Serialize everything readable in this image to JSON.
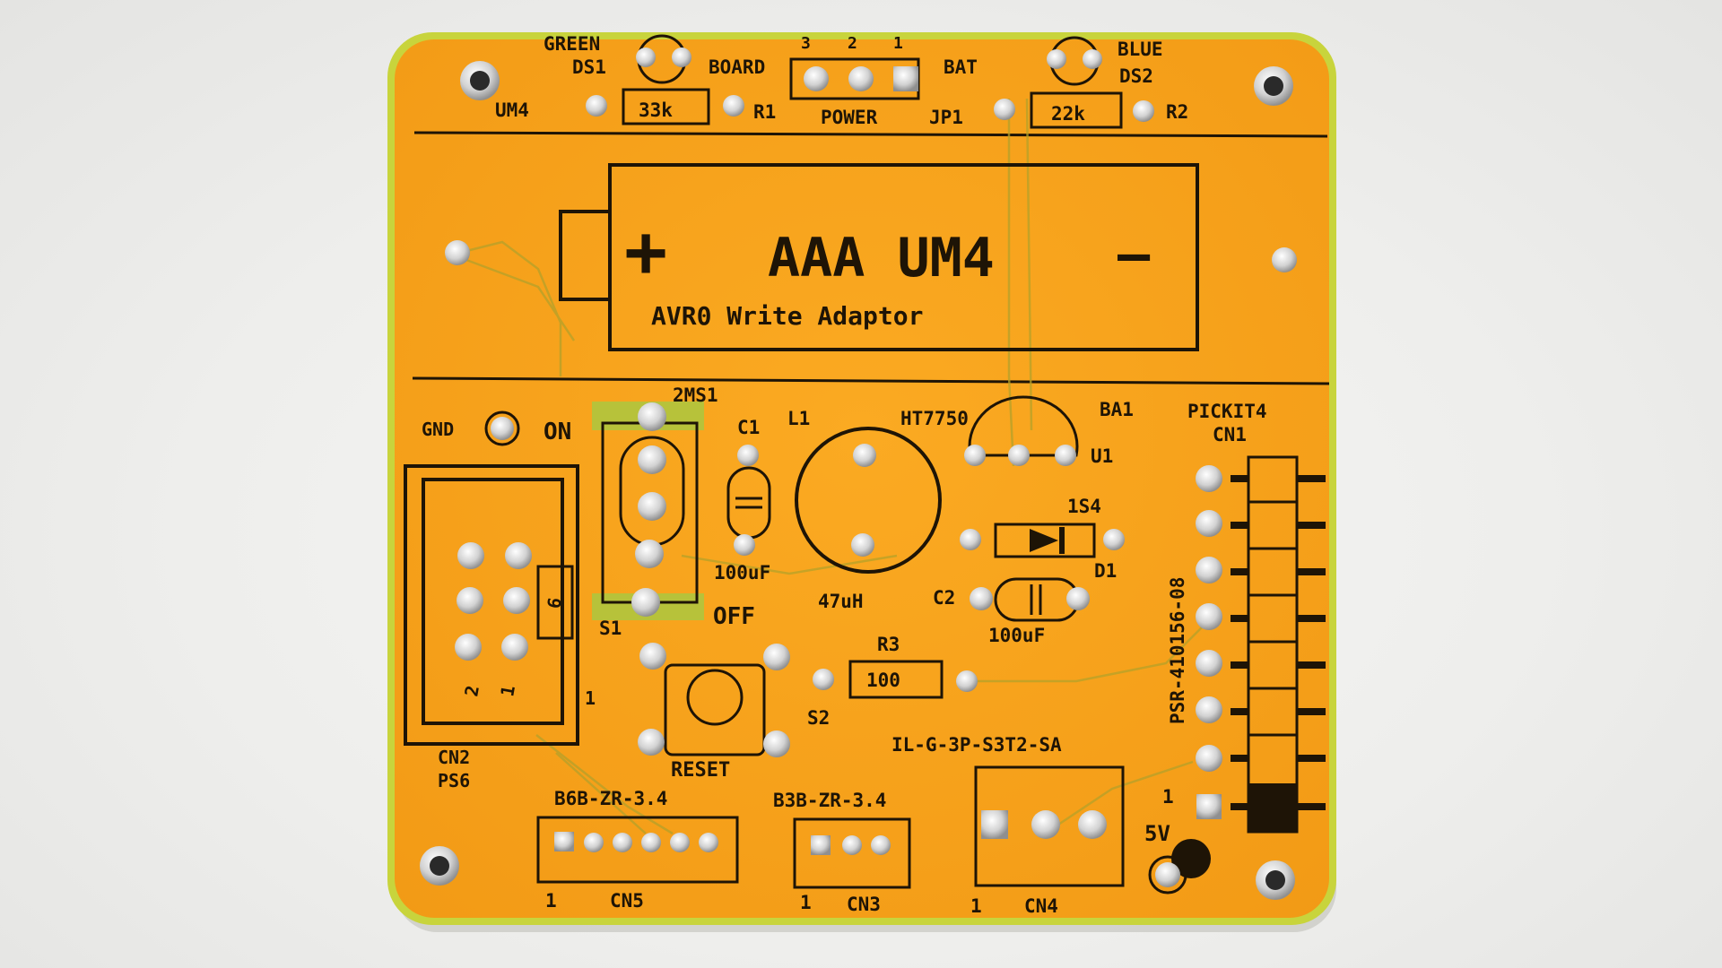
{
  "board": {
    "title": "AAA UM4",
    "subtitle": "AVR0 Write Adaptor",
    "battery_plus": "+",
    "battery_minus": "—",
    "colors": {
      "soldermask": "#f5a623",
      "soldermask_edge": "#c9d63a",
      "silkscreen": "#1e1406",
      "pad": "#c9c9c9",
      "background": "#eeeeec"
    }
  },
  "labels": {
    "green": "GREEN",
    "ds1": "DS1",
    "board": "BOARD",
    "um4": "UM4",
    "r1_value": "33k",
    "r1": "R1",
    "jp_pin3": "3",
    "jp_pin2": "2",
    "jp_pin1": "1",
    "bat": "BAT",
    "power": "POWER",
    "jp1": "JP1",
    "blue": "BLUE",
    "ds2": "DS2",
    "r2_value": "22k",
    "r2": "R2",
    "gnd": "GND",
    "on": "ON",
    "off": "OFF",
    "s1": "S1",
    "part_2ms1": "2MS1",
    "c1": "C1",
    "c1_value": "100uF",
    "l1": "L1",
    "l1_value": "47uH",
    "ht7750": "HT7750",
    "u1": "U1",
    "ba1": "BA1",
    "d_1s4": "1S4",
    "d1": "D1",
    "c2": "C2",
    "c2_value": "100uF",
    "r3": "R3",
    "r3_value": "100",
    "s2": "S2",
    "reset": "RESET",
    "pickit4": "PICKIT4",
    "cn1": "CN1",
    "cn1_part": "PSR-410156-08",
    "cn1_pin1": "1",
    "cn2": "CN2",
    "ps6": "PS6",
    "cn2_pin6": "6",
    "cn2_pin2": "2",
    "cn2_pin1": "1",
    "cn5_part": "B6B-ZR-3.4",
    "cn5": "CN5",
    "cn5_pin1": "1",
    "cn3_part": "B3B-ZR-3.4",
    "cn3": "CN3",
    "cn3_pin1": "1",
    "cn4_part": "IL-G-3P-S3T2-SA",
    "cn4": "CN4",
    "cn4_pin1": "1",
    "v5": "5V",
    "cn1_side_pin1": "1"
  }
}
